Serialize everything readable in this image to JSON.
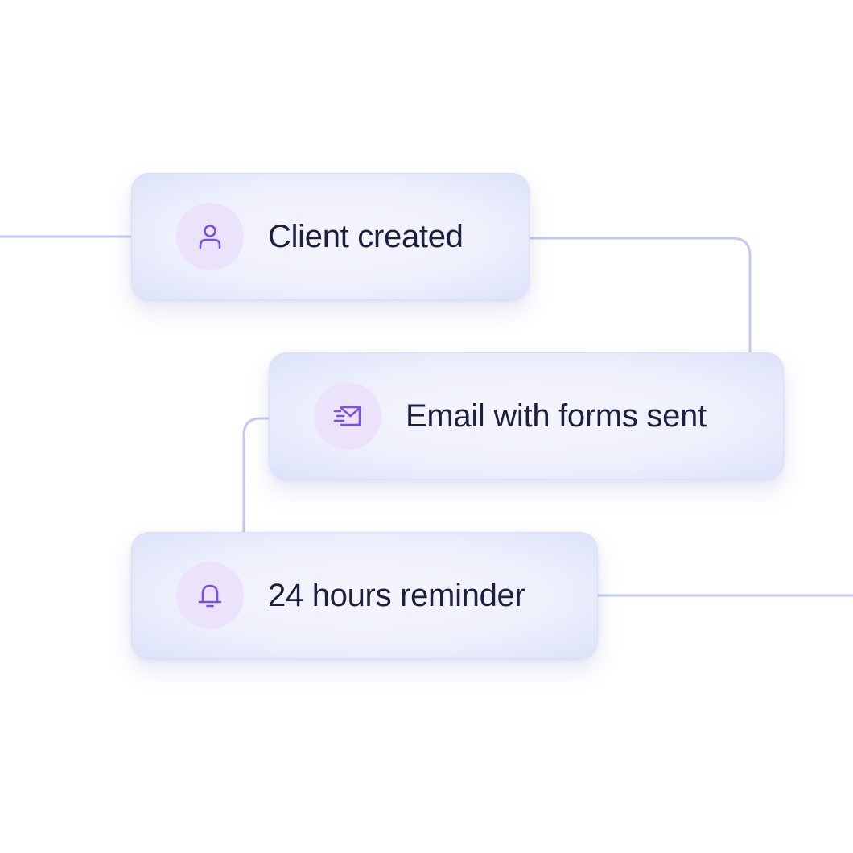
{
  "colors": {
    "connector": "#c3c9f3",
    "icon_accent": "#7c4ee4",
    "icon_badge_bg": "#ebe3fb",
    "text": "#1e1f3f"
  },
  "steps": [
    {
      "label": "Client created",
      "icon": "user-icon"
    },
    {
      "label": "Email with forms sent",
      "icon": "email-send-icon"
    },
    {
      "label": "24 hours reminder",
      "icon": "bell-icon"
    }
  ]
}
